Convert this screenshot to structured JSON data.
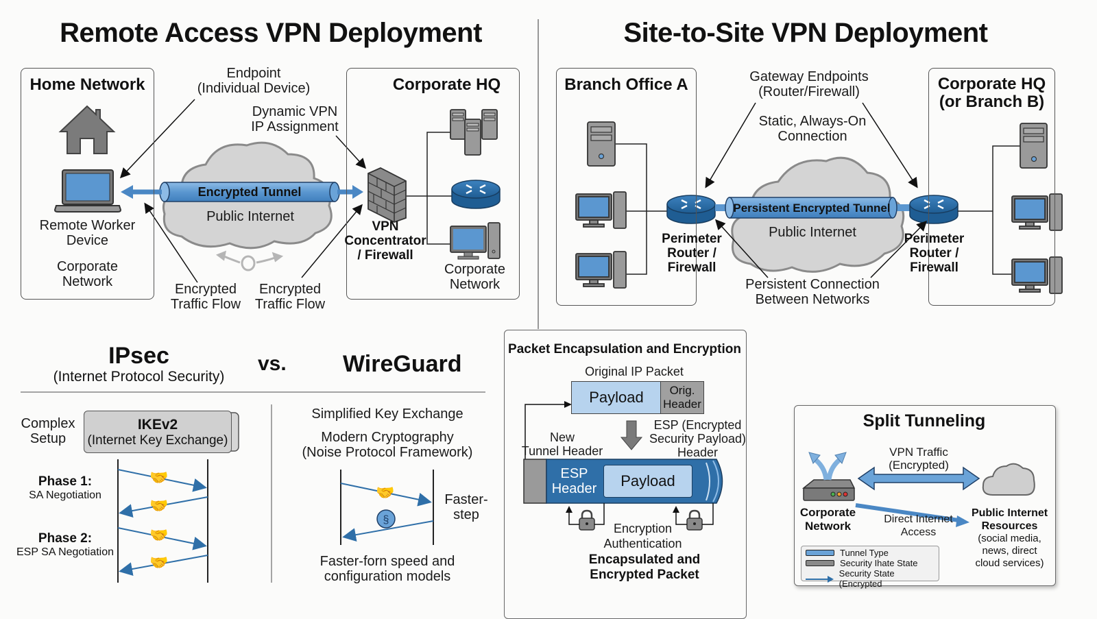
{
  "remote_access": {
    "title": "Remote Access VPN Deployment",
    "home_network": {
      "title": "Home Network",
      "device_label_1": "Remote Worker",
      "device_label_2": "Device",
      "network_label_1": "Corporate",
      "network_label_2": "Network"
    },
    "endpoint_label_1": "Endpoint",
    "endpoint_label_2": "(Individual Device)",
    "dynamic_ip_label_1": "Dynamic VPN",
    "dynamic_ip_label_2": "IP Assignment",
    "tunnel_label": "Encrypted Tunnel",
    "cloud_label": "Public Internet",
    "traffic_flow_left_1": "Encrypted",
    "traffic_flow_left_2": "Traffic Flow",
    "traffic_flow_right_1": "Encrypted",
    "traffic_flow_right_2": "Traffic Flow",
    "corporate_hq": {
      "title": "Corporate HQ",
      "concentrator_1": "VPN",
      "concentrator_2": "Concentrator",
      "concentrator_3": "/ Firewall",
      "network_label_1": "Corporate",
      "network_label_2": "Network"
    }
  },
  "site_to_site": {
    "title": "Site-to-Site VPN Deployment",
    "branch": {
      "title": "Branch Office A",
      "router_1": "Perimeter",
      "router_2": "Router /",
      "router_3": "Firewall"
    },
    "gateway_label_1": "Gateway Endpoints",
    "gateway_label_2": "(Router/Firewall)",
    "static_label_1": "Static, Always-On",
    "static_label_2": "Connection",
    "tunnel_label": "Persistent Encrypted Tunnel",
    "cloud_label": "Public Internet",
    "persistent_label_1": "Persistent Connection",
    "persistent_label_2": "Between Networks",
    "hq": {
      "title_1": "Corporate HQ",
      "title_2": "(or Branch B)",
      "router_1": "Perimeter",
      "router_2": "Router /",
      "router_3": "Firewall"
    }
  },
  "comparison": {
    "ipsec_title": "IPsec",
    "ipsec_subtitle": "(Internet Protocol Security)",
    "vs_label": "vs.",
    "wireguard_title": "WireGuard",
    "complex_setup_1": "Complex",
    "complex_setup_2": "Setup",
    "ikev2_title": "IKEv2",
    "ikev2_subtitle": "(Internet Key Exchange)",
    "phase1_title": "Phase 1:",
    "phase1_desc": "SA Negotiation",
    "phase2_title": "Phase 2:",
    "phase2_desc": "ESP SA Negotiation",
    "wg_simplified": "Simplified Key Exchange",
    "wg_modern_1": "Modern Cryptography",
    "wg_modern_2": "(Noise Protocol Framework)",
    "wg_faster_1": "Faster-",
    "wg_faster_2": "step",
    "wg_bottom_1": "Faster-forn speed and",
    "wg_bottom_2": "configuration models"
  },
  "encapsulation": {
    "title": "Packet Encapsulation and Encryption",
    "original_label": "Original IP Packet",
    "payload": "Payload",
    "orig_header_1": "Orig.",
    "orig_header_2": "Header",
    "new_tunnel_1": "New",
    "new_tunnel_2": "Tunnel Header",
    "esp_desc_1": "ESP (Encrypted",
    "esp_desc_2": "Security Payload)",
    "esp_desc_3": "Header",
    "esp_header_1": "ESP",
    "esp_header_2": "Header",
    "inner_payload": "Payload",
    "encryption": "Encryption",
    "authentication": "Authentication",
    "result_1": "Encapsulated and",
    "result_2": "Encrypted Packet"
  },
  "split_tunneling": {
    "title": "Split Tunneling",
    "vpn_traffic_1": "VPN Traffic",
    "vpn_traffic_2": "(Encrypted)",
    "corp_1": "Corporate",
    "corp_2": "Network",
    "direct_1": "Direct Internet",
    "direct_2": "Access",
    "public_1": "Public Internet",
    "public_2": "Resources",
    "public_3": "(social media,",
    "public_4": "news, direct",
    "public_5": "cloud services)",
    "legend": [
      {
        "label": "Tunnel Type",
        "kind": "blue-bar"
      },
      {
        "label": "Security Ihate State",
        "kind": "gray-bar"
      },
      {
        "label": "Security State (Encrypted",
        "kind": "arrow"
      }
    ]
  },
  "colors": {
    "accent_blue": "#2f6fa8",
    "light_blue": "#a9c9ea",
    "tunnel_blue": "#6aa3d8",
    "gray": "#9a9a9a",
    "panel_bg": "#efefef"
  }
}
